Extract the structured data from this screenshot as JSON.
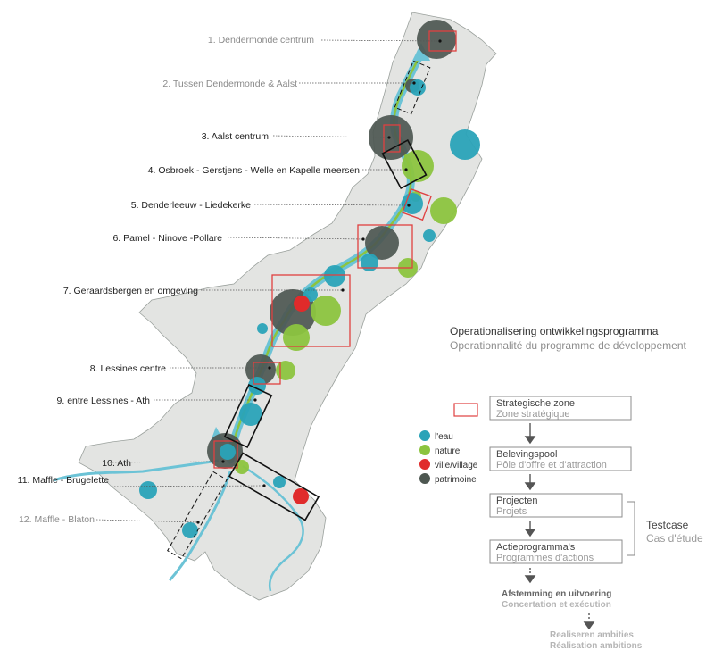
{
  "sites": [
    {
      "label": "1. Dendermonde centrum",
      "color": "#8a8a8a"
    },
    {
      "label": "2. Tussen Dendermonde & Aalst",
      "color": "#8a8a8a"
    },
    {
      "label": "3. Aalst centrum",
      "color": "#222222"
    },
    {
      "label": "4. Osbroek - Gerstjens - Welle en Kapelle meersen",
      "color": "#222222"
    },
    {
      "label": "5. Denderleeuw - Liedekerke",
      "color": "#222222"
    },
    {
      "label": "6. Pamel - Ninove -Pollare",
      "color": "#222222"
    },
    {
      "label": "7. Geraardsbergen en omgeving",
      "color": "#222222"
    },
    {
      "label": "8. Lessines centre",
      "color": "#222222"
    },
    {
      "label": "9. entre Lessines - Ath",
      "color": "#222222"
    },
    {
      "label": "10.  Ath",
      "color": "#222222"
    },
    {
      "label": "11. Maffle - Brugelette",
      "color": "#222222"
    },
    {
      "label": "12. Maffle - Blaton",
      "color": "#8a8a8a"
    }
  ],
  "title": {
    "nl": "Operationalisering ontwikkelingsprogramma",
    "fr": "Operationnalité du programme de développement"
  },
  "legend": {
    "items": [
      {
        "label": "l'eau",
        "color": "#2aa3b8"
      },
      {
        "label": "nature",
        "color": "#8cc43f"
      },
      {
        "label": "ville/village",
        "color": "#e02b2b"
      },
      {
        "label": "patrimoine",
        "color": "#4d5751"
      }
    ],
    "strategic_zone_color": "#e04040"
  },
  "flow": {
    "boxes": [
      {
        "nl": "Strategische zone",
        "fr": "Zone stratégique"
      },
      {
        "nl": "Belevingspool",
        "fr": "Pôle d'offre et d'attraction"
      },
      {
        "nl": "Projecten",
        "fr": "Projets"
      },
      {
        "nl": "Actieprogramma's",
        "fr": "Programmes d'actions"
      }
    ],
    "testcase": {
      "nl": "Testcase",
      "fr": "Cas d'étude"
    },
    "step5": {
      "nl": "Afstemming en uitvoering",
      "fr": "Concertation et exécution"
    },
    "step6": {
      "nl": "Realiseren ambities",
      "fr": "Réalisation ambitions"
    }
  },
  "colors": {
    "region": "#e3e4e2",
    "region_stroke": "#9aa09c",
    "river": "#6cc3d6",
    "green": "#8cc43f",
    "teal": "#2aa3b8",
    "red": "#e02b2b",
    "dark": "#4d5751"
  }
}
